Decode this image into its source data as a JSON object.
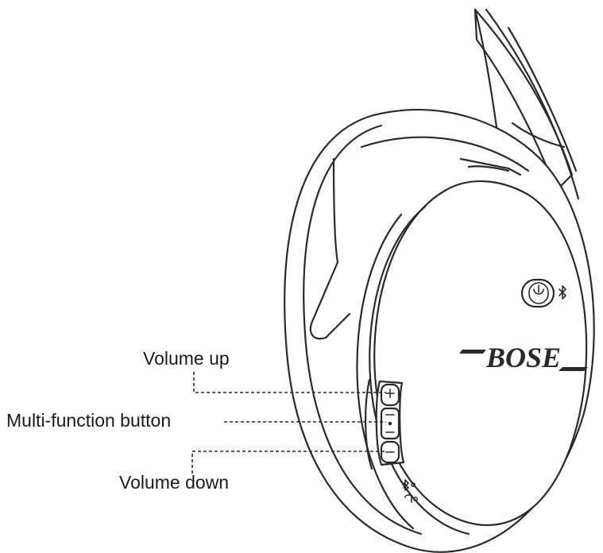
{
  "callouts": {
    "volume_up": "Volume up",
    "multi_function": "Multi-function button",
    "volume_down": "Volume down"
  },
  "brand": {
    "logo_text": "BOSE"
  },
  "colors": {
    "line": "#2a2a2a",
    "background": "#ffffff",
    "text": "#1a1a1a"
  },
  "icons": [
    "power-icon",
    "bluetooth-icon",
    "plus-icon",
    "minus-icon",
    "dot-icon"
  ]
}
